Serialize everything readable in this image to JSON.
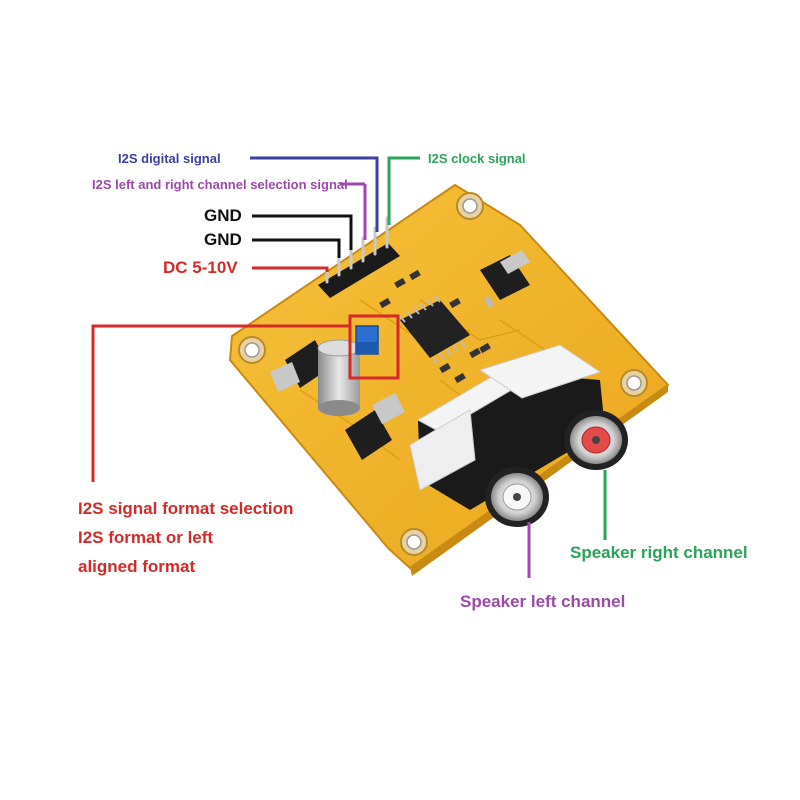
{
  "labels": {
    "i2s_digital": "I2S digital signal",
    "i2s_lr": "I2S left and right channel selection signal",
    "i2s_clock": "I2S clock signal",
    "gnd1": "GND",
    "gnd2": "GND",
    "dc": "DC 5-10V",
    "format_line1": "I2S signal format selection",
    "format_line2": "I2S format or left",
    "format_line3": "aligned format",
    "speaker_right": "Speaker right channel",
    "speaker_left": "Speaker left channel"
  },
  "colors": {
    "blue": "#3b3fa0",
    "purple": "#9b4aa8",
    "green": "#2aa45a",
    "black": "#111111",
    "red": "#d42a2a",
    "pcb": "#f2b62a"
  }
}
